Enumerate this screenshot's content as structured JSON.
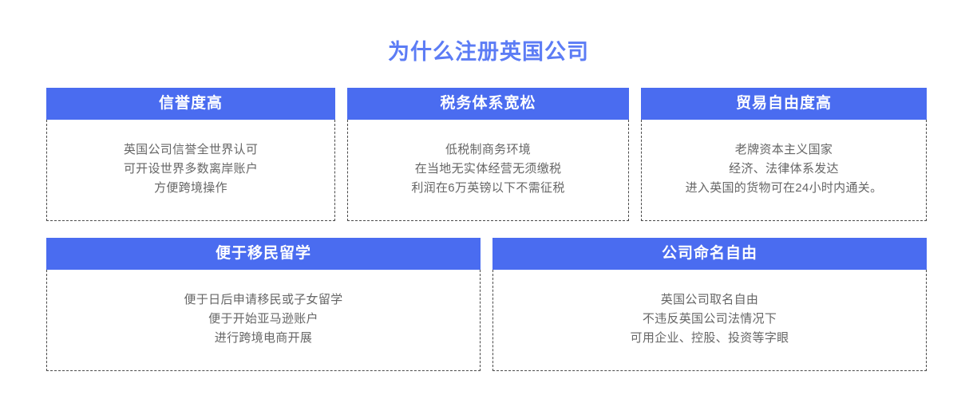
{
  "page": {
    "title": "为什么注册英国公司",
    "background_color": "#ffffff",
    "title_color": "#5c7cf5",
    "header_color": "#4a6cf0",
    "body_text_color": "#666666",
    "border_style": "dashed",
    "border_color": "#4a4a4a"
  },
  "rows": [
    {
      "cards": [
        {
          "header": "信誉度高",
          "lines": [
            "英国公司信誉全世界认可",
            "可开设世界多数离岸账户",
            "方便跨境操作"
          ]
        },
        {
          "header": "税务体系宽松",
          "lines": [
            "低税制商务环境",
            "在当地无实体经营无须缴税",
            "利润在6万英镑以下不需征税"
          ]
        },
        {
          "header": "贸易自由度高",
          "lines": [
            "老牌资本主义国家",
            "经济、法律体系发达",
            "进入英国的货物可在24小时内通关。"
          ]
        }
      ]
    },
    {
      "cards": [
        {
          "header": "便于移民留学",
          "lines": [
            "便于日后申请移民或子女留学",
            "便于开始亚马逊账户",
            "进行跨境电商开展"
          ]
        },
        {
          "header": "公司命名自由",
          "lines": [
            "英国公司取名自由",
            "不违反英国公司法情况下",
            "可用企业、控股、投资等字眼"
          ]
        }
      ]
    }
  ]
}
